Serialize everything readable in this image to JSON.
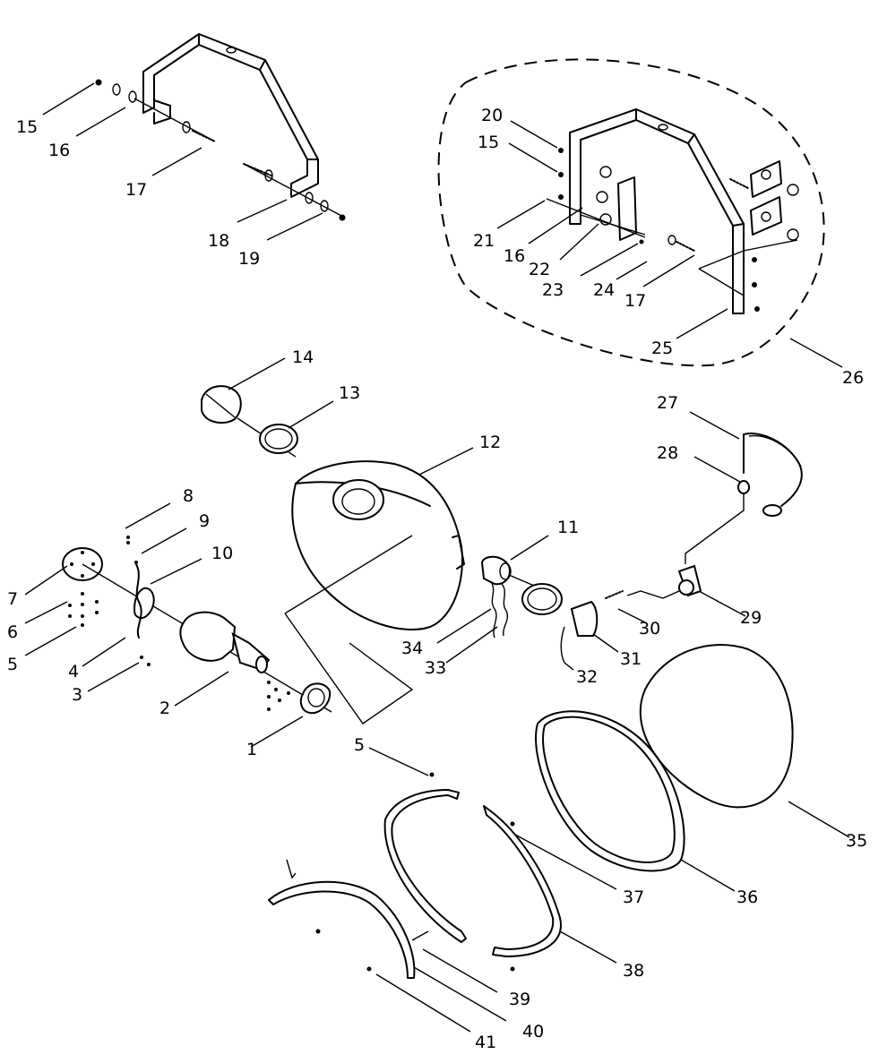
{
  "labels": {
    "l1": "1",
    "l2": "2",
    "l3": "3",
    "l4": "4",
    "l5": "5",
    "l5b": "5",
    "l6": "6",
    "l7": "7",
    "l8": "8",
    "l9": "9",
    "l10": "10",
    "l11": "11",
    "l12": "12",
    "l13": "13",
    "l14": "14",
    "l15": "15",
    "l15b": "15",
    "l16": "16",
    "l16b": "16",
    "l17": "17",
    "l17b": "17",
    "l18": "18",
    "l19": "19",
    "l20": "20",
    "l21": "21",
    "l22": "22",
    "l23": "23",
    "l24": "24",
    "l25": "25",
    "l26": "26",
    "l27": "27",
    "l28": "28",
    "l29": "29",
    "l30": "30",
    "l31": "31",
    "l32": "32",
    "l33": "33",
    "l34": "34",
    "l35": "35",
    "l36": "36",
    "l37": "37",
    "l38": "38",
    "l39": "39",
    "l40": "40",
    "l41": "41"
  }
}
